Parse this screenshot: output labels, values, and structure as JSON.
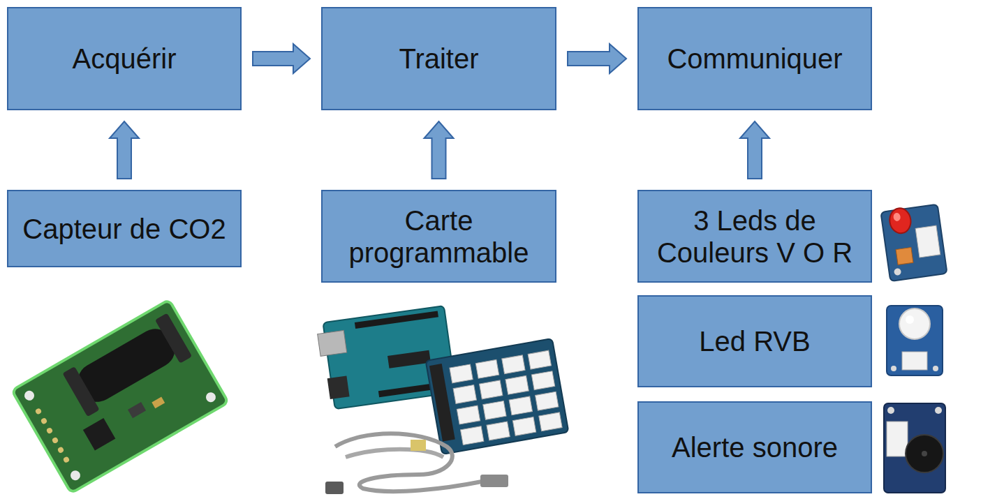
{
  "diagram": {
    "nodes": [
      {
        "text": [
          "Acquérir"
        ]
      },
      {
        "text": [
          "Traiter"
        ]
      },
      {
        "text": [
          "Communiquer"
        ]
      },
      {
        "text": [
          "Capteur de CO2"
        ]
      },
      {
        "text": [
          "Carte programmable"
        ]
      },
      {
        "text": [
          "3 Leds de Couleurs V O R"
        ]
      },
      {
        "text": [
          "Led RVB"
        ]
      },
      {
        "text": [
          "Alerte sonore"
        ]
      }
    ],
    "edges": [
      {
        "from": 0,
        "to": 1,
        "arrow": "to"
      },
      {
        "from": 1,
        "to": 2,
        "arrow": "to"
      },
      {
        "from": 3,
        "to": 0,
        "arrow": "to"
      },
      {
        "from": 4,
        "to": 1,
        "arrow": "to"
      },
      {
        "from": 5,
        "to": 2,
        "arrow": "to"
      }
    ]
  }
}
